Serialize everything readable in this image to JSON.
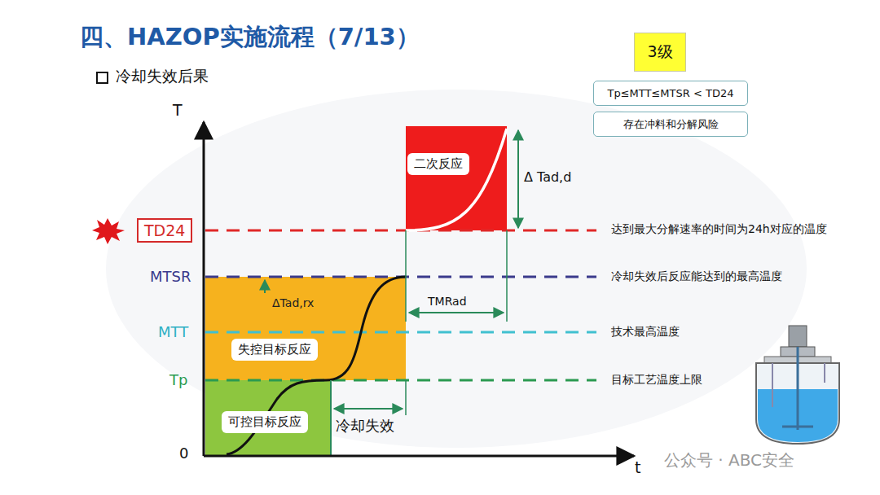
{
  "diagram": {
    "title": "四、HAZOP实施流程（7/13）",
    "nodes": [
      {
        "text": [
          "3级"
        ]
      },
      {
        "text": [
          "Tp≤MTT≤MTSR < TD24"
        ]
      },
      {
        "text": [
          "存在冲料和分解风险"
        ]
      },
      {
        "text": [
          "TD24"
        ]
      },
      {
        "text": [
          "ΔTad,rx"
        ]
      },
      {
        "text": [
          "失控目标反应"
        ],
        "in": 4
      },
      {
        "text": [
          "可控目标反应"
        ]
      },
      {
        "text": [
          "二次反应"
        ]
      }
    ],
    "labels": [
      "冷却失效后果",
      "T",
      "0",
      "t",
      "MTSR",
      "MTT",
      "Tp",
      "Δ Tad,d",
      "TMRad",
      "冷却失效",
      "达到最大分解速率的时间为24h对应的温度",
      "冷却失效后反应能达到的最高温度",
      "技术最高温度",
      "目标工艺温度上限",
      "公众号 · ABC安全"
    ]
  }
}
